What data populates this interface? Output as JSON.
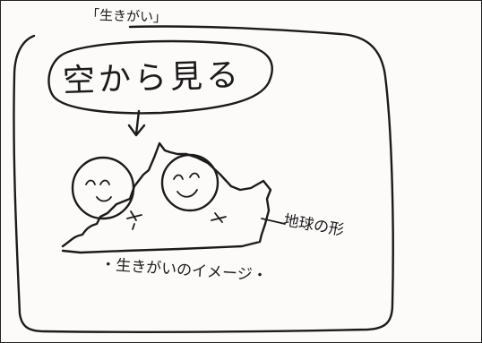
{
  "sketch": {
    "caption_top": "「生きがい」",
    "bubble_text": "空から見る",
    "earth_label": "地球の形",
    "caption_bottom": "・生きがいのイメージ・"
  },
  "colors": {
    "ink": "#1b1b1b",
    "paper": "#fdfafa",
    "border": "#222222"
  }
}
